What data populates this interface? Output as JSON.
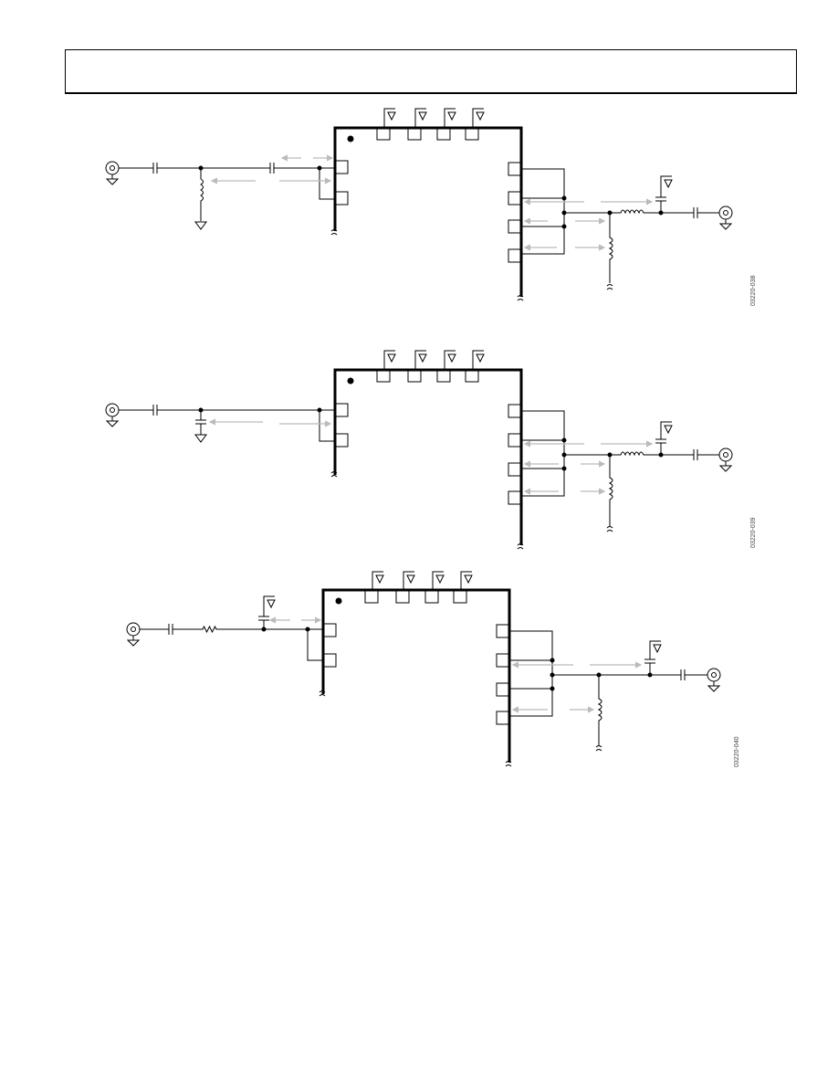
{
  "page": {
    "background": "#ffffff",
    "line_color": "#000000",
    "arrow_color": "#bbbbbb"
  },
  "figures": [
    {
      "id": "figure-1",
      "input_network": "shunt-inductor",
      "figure_ref": "03220-038"
    },
    {
      "id": "figure-2",
      "input_network": "shunt-capacitor",
      "figure_ref": "03220-039"
    },
    {
      "id": "figure-3",
      "input_network": "series-resistor-shunt-capacitor",
      "figure_ref": "03220-040"
    }
  ]
}
